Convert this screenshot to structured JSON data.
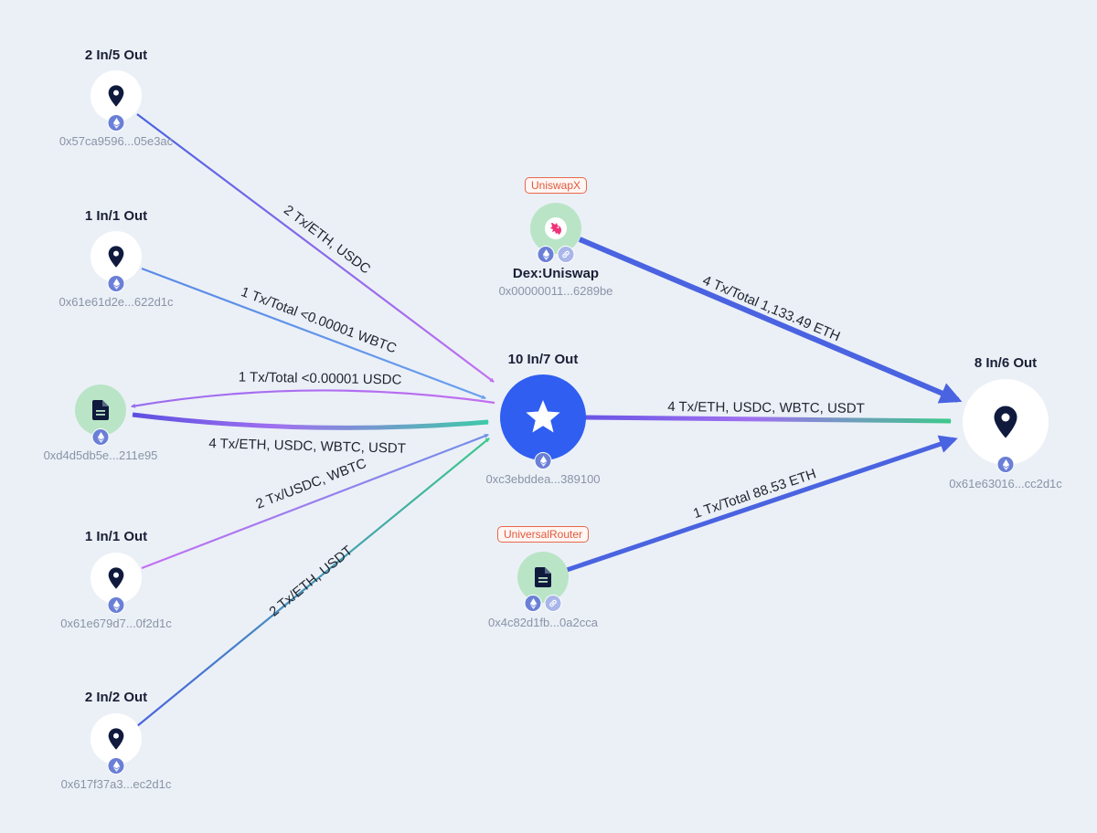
{
  "colors": {
    "background": "#ebf0f7",
    "hub": "#2f5ef0",
    "contract_fill": "#b9e5c6",
    "edge_blue": "#4a63e0",
    "edge_purple": "#b46ef0",
    "edge_green": "#3ec98a",
    "tag_border": "#e8664a"
  },
  "nodes": {
    "n1": {
      "flow": "2 In/5 Out",
      "address": "0x57ca9596...05e3ac",
      "icon": "location-pin-icon"
    },
    "n2": {
      "flow": "1 In/1 Out",
      "address": "0x61e61d2e...622d1c",
      "icon": "location-pin-icon"
    },
    "n3": {
      "address": "0xd4d5db5e...211e95",
      "icon": "document-icon"
    },
    "n4": {
      "flow": "1 In/1 Out",
      "address": "0x61e679d7...0f2d1c",
      "icon": "location-pin-icon"
    },
    "n5": {
      "flow": "2 In/2 Out",
      "address": "0x617f37a3...ec2d1c",
      "icon": "location-pin-icon"
    },
    "hub": {
      "flow": "10 In/7 Out",
      "address": "0xc3ebddea...389100",
      "icon": "star-icon"
    },
    "uniswap": {
      "tag": "UniswapX",
      "name": "Dex:Uniswap",
      "address": "0x00000011...6289be",
      "icon": "unicorn-logo-icon"
    },
    "router": {
      "tag": "UniversalRouter",
      "address": "0x4c82d1fb...0a2cca",
      "icon": "document-icon"
    },
    "target": {
      "flow": "8 In/6 Out",
      "address": "0x61e63016...cc2d1c",
      "icon": "location-pin-icon"
    }
  },
  "edges": {
    "e1": "2 Tx/ETH, USDC",
    "e2": "1 Tx/Total <0.00001 WBTC",
    "e3": "1 Tx/Total <0.00001 USDC",
    "e4": "4 Tx/ETH, USDC, WBTC, USDT",
    "e5": "2 Tx/USDC, WBTC",
    "e6": "2 Tx/ETH, USDT",
    "e7": "4 Tx/ETH, USDC, WBTC, USDT",
    "e8": "4 Tx/Total 1,133.49 ETH",
    "e9": "1 Tx/Total 88.53 ETH"
  }
}
